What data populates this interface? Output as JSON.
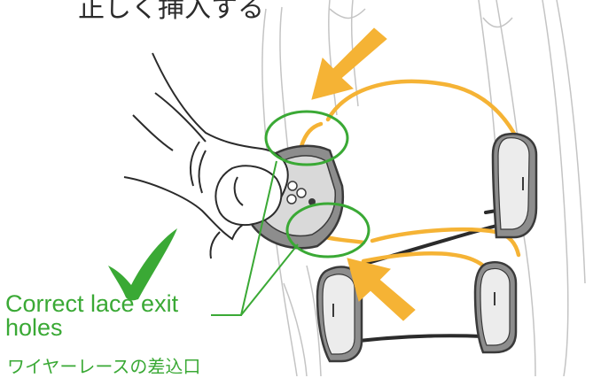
{
  "caption_top": "正しく挿入する",
  "label_en_line1": "Correct lace exit",
  "label_en_line2": "holes",
  "label_jp": "ワイヤーレースの差込口",
  "colors": {
    "accent_green": "#3aa935",
    "lace_yellow": "#f5b335",
    "ink": "#3a3a3a",
    "guide_gray": "#8d8d8d",
    "dark_lace": "#2b2b2b"
  },
  "icons": [
    "checkmark-icon",
    "dial-icon",
    "arrow-icon",
    "lace-guide-icon"
  ]
}
